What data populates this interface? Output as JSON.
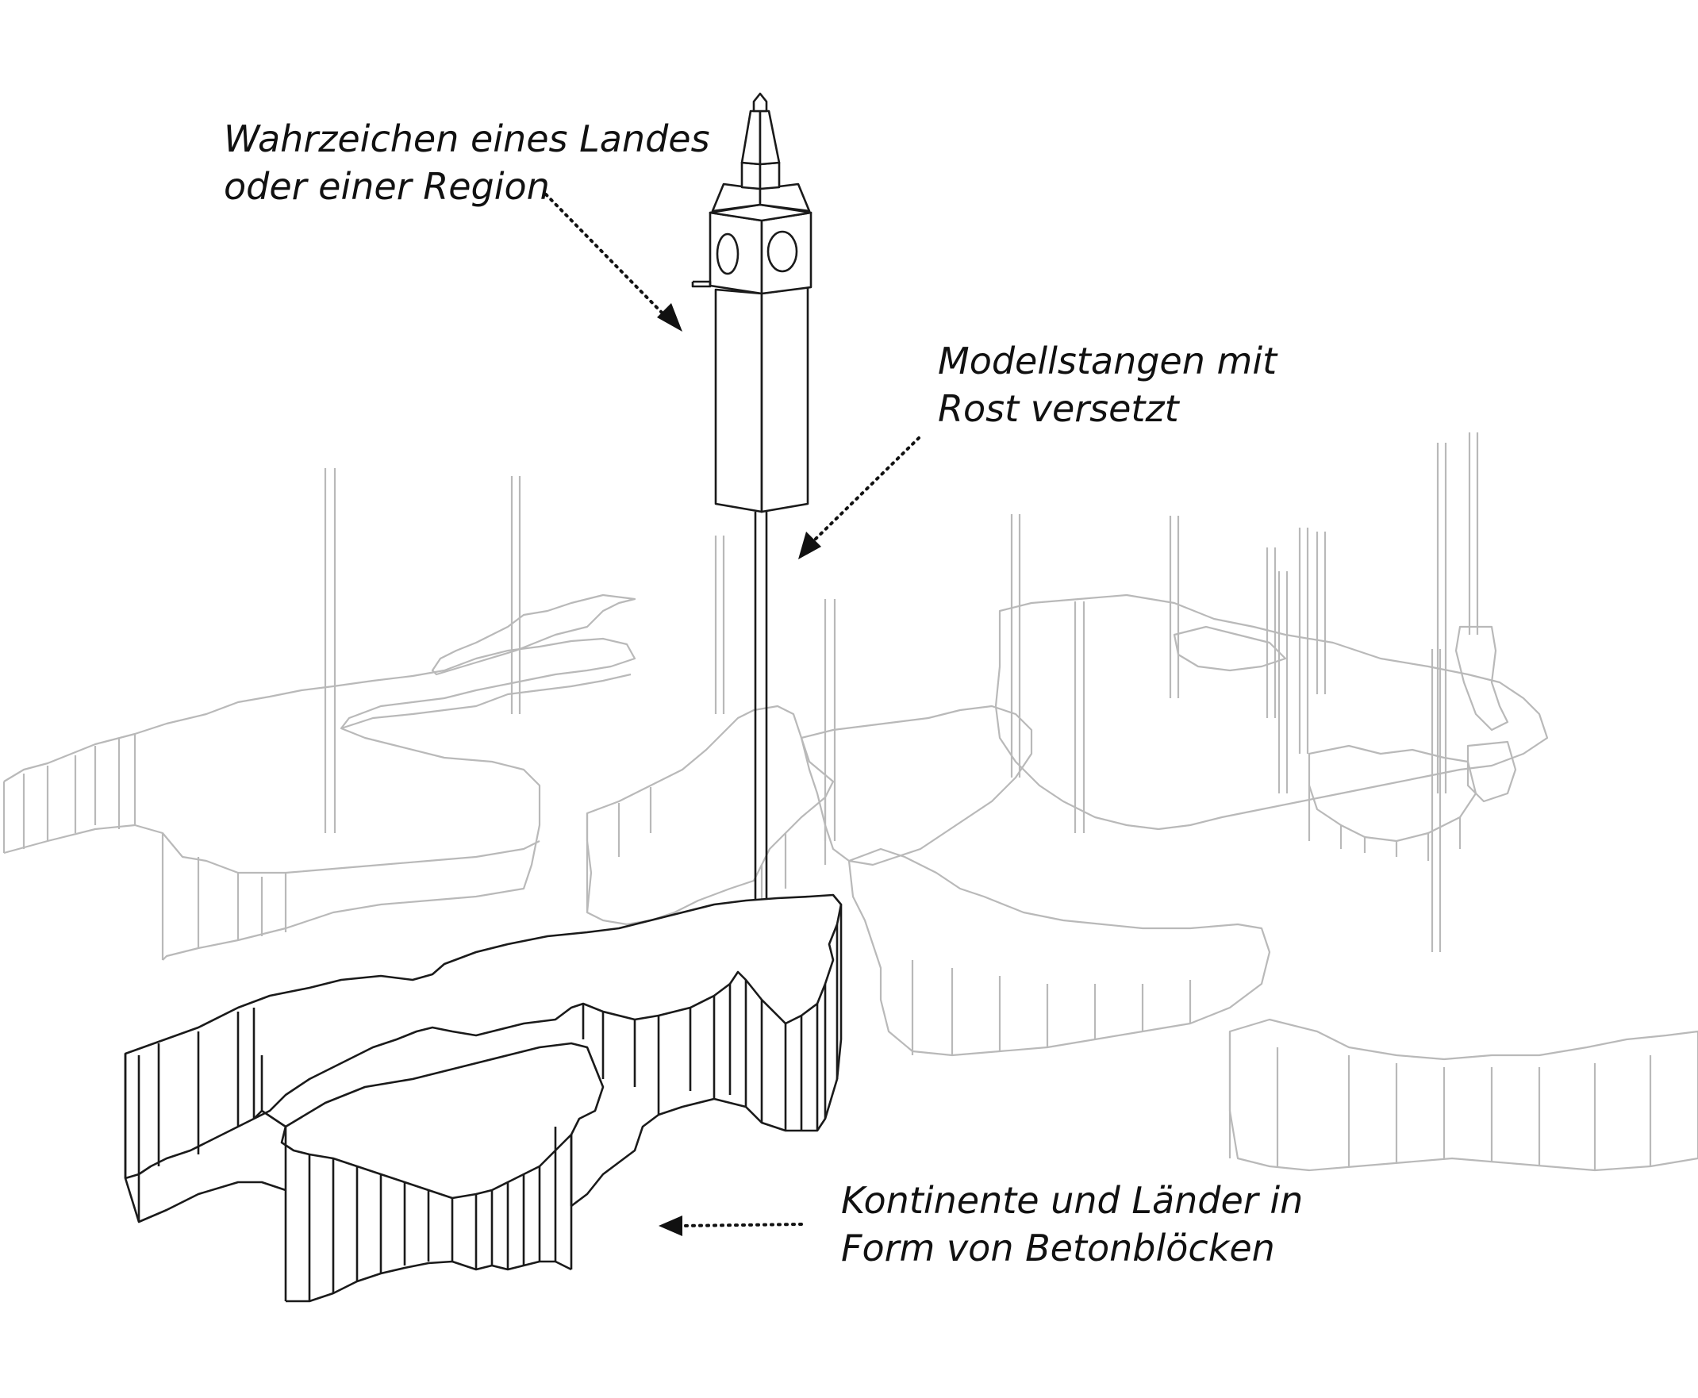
{
  "labels": {
    "landmark": [
      "Wahrzeichen eines Landes",
      "oder einer Region"
    ],
    "rods": [
      "Modellstangen mit",
      "Rost versetzt"
    ],
    "blocks": [
      "Kontinente und Länder in",
      "Form von Betonblöcken"
    ]
  },
  "colors": {
    "ink": "#1a1a1a",
    "ghost": "#b9b9b9",
    "background": "#ffffff"
  }
}
